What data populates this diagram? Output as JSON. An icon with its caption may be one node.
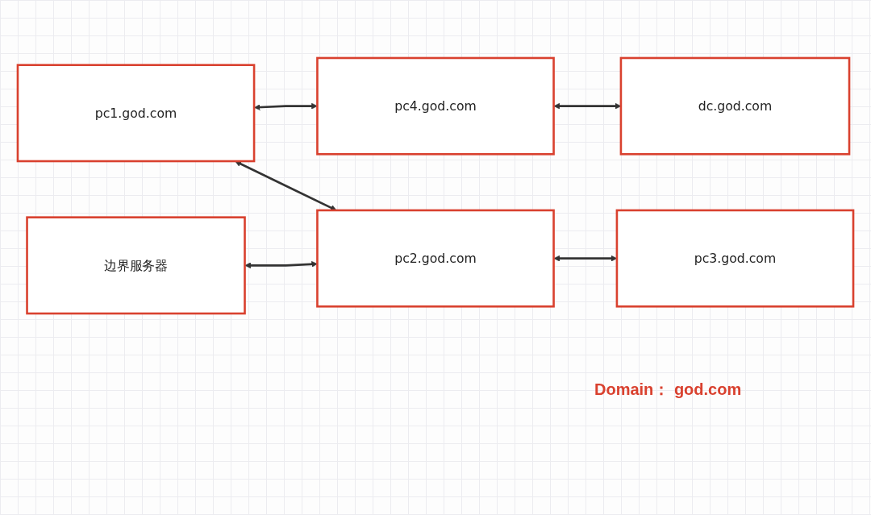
{
  "diagram": {
    "nodes": [
      {
        "text": [
          "pc1.god.com"
        ]
      },
      {
        "text": [
          "pc4.god.com"
        ]
      },
      {
        "text": [
          "dc.god.com"
        ]
      },
      {
        "text": [
          "边界服务器"
        ]
      },
      {
        "text": [
          "pc2.god.com"
        ]
      },
      {
        "text": [
          "pc3.god.com"
        ]
      }
    ],
    "edges": [
      {
        "from": 0,
        "to": 1,
        "arrow": "both"
      },
      {
        "from": 1,
        "to": 2,
        "arrow": "both"
      },
      {
        "from": 0,
        "to": 4,
        "arrow": "both"
      },
      {
        "from": 3,
        "to": 4,
        "arrow": "both"
      },
      {
        "from": 4,
        "to": 5,
        "arrow": "both"
      }
    ],
    "labels": [
      "Domain： god.com"
    ]
  }
}
